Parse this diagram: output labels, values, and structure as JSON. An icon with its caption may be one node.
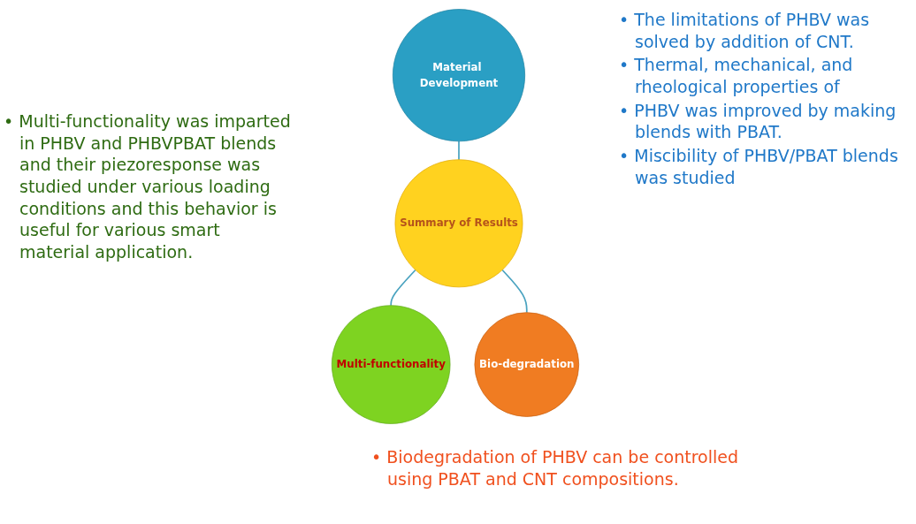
{
  "diagram": {
    "nodes": [
      {
        "text": [
          "Summary of Results"
        ]
      },
      {
        "text": [
          "Material Development"
        ],
        "beside": [
          "• The limitations of PHBV was solved by addition of CNT.",
          "• Thermal, mechanical, and rheological properties of",
          "• PHBV was improved by making blends with PBAT.",
          "• Miscibility of PHBV/PBAT blends was studied"
        ]
      },
      {
        "text": [
          "Multi-functionality"
        ],
        "beside": [
          "• Multi-functionality was imparted in PHBV and PHBVPBAT blends and their piezoresponse was studied under various loading conditions and this behavior is useful for various smart material application."
        ]
      },
      {
        "text": [
          "Bio-degradation"
        ],
        "beside": [
          "• Biodegradation of PHBV can be controlled using PBAT and CNT compositions."
        ]
      }
    ],
    "edges": [
      {
        "from": 1,
        "to": 0,
        "arrow": "none"
      },
      {
        "from": 0,
        "to": 2,
        "arrow": "none"
      },
      {
        "from": 0,
        "to": 3,
        "arrow": "none"
      }
    ]
  }
}
